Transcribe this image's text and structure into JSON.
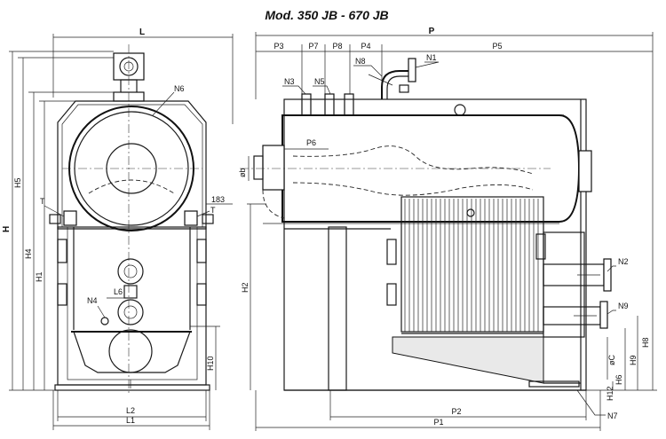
{
  "title": "Mod. 350 JB - 670 JB",
  "front_view": {
    "dims": {
      "L": "L",
      "L1": "L1",
      "L2": "L2",
      "H": "H",
      "H1": "H1",
      "H4": "H4",
      "H5": "H5",
      "H10": "H10",
      "L6": "L6",
      "T_left": "T",
      "T_right": "T",
      "N4": "N4",
      "N6": "N6",
      "d183": "183"
    }
  },
  "side_view": {
    "dims": {
      "P": "P",
      "P1": "P1",
      "P2": "P2",
      "P3": "P3",
      "P4": "P4",
      "P5": "P5",
      "P6": "P6",
      "P7": "P7",
      "P8": "P8",
      "H2": "H2",
      "H6": "H6",
      "H8": "H8",
      "H9": "H9",
      "H12": "H12",
      "phi_b": "øb",
      "phi_C": "øC",
      "N1": "N1",
      "N2": "N2",
      "N3": "N3",
      "N5": "N5",
      "N7": "N7",
      "N8": "N8",
      "N9": "N9"
    }
  }
}
